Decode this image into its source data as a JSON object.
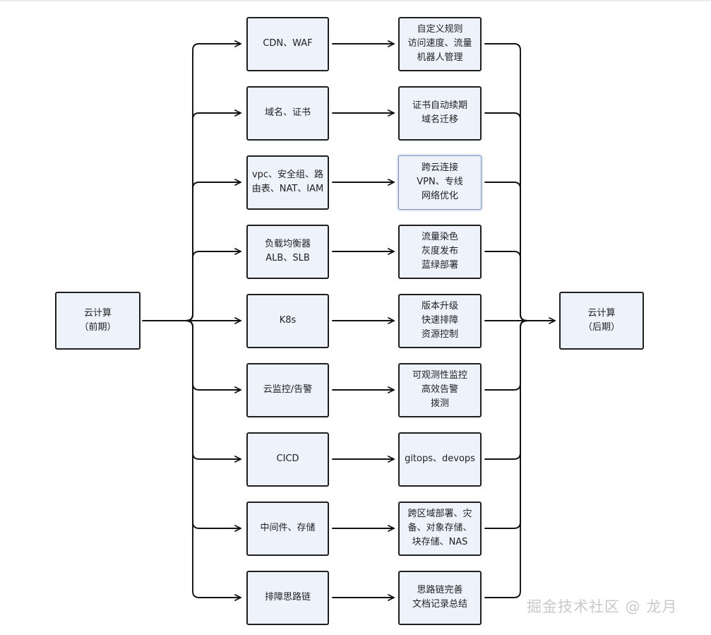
{
  "diagram": {
    "source": {
      "lines": [
        "云计算",
        "（前期）"
      ]
    },
    "target": {
      "lines": [
        "云计算",
        "（后期）"
      ]
    },
    "stages": [
      {
        "id": "cdn",
        "topic": [
          "CDN、WAF"
        ],
        "detail": [
          "自定义规则",
          "访问速度、流量",
          "机器人管理"
        ]
      },
      {
        "id": "domain",
        "topic": [
          "域名、证书"
        ],
        "detail": [
          "证书自动续期",
          "域名迁移"
        ]
      },
      {
        "id": "vpc",
        "topic": [
          "vpc、安全组、路",
          "由表、NAT、IAM"
        ],
        "detail": [
          "跨云连接",
          "VPN、专线",
          "网络优化"
        ],
        "highlighted": true
      },
      {
        "id": "lb",
        "topic": [
          "负载均衡器",
          "ALB、SLB"
        ],
        "detail": [
          "流量染色",
          "灰度发布",
          "蓝绿部署"
        ]
      },
      {
        "id": "k8s",
        "topic": [
          "K8s"
        ],
        "detail": [
          "版本升级",
          "快速排障",
          "资源控制"
        ]
      },
      {
        "id": "monitor",
        "topic": [
          "云监控/告警"
        ],
        "detail": [
          "可观测性监控",
          "高效告警",
          "拨测"
        ]
      },
      {
        "id": "cicd",
        "topic": [
          "CICD"
        ],
        "detail": [
          "gitops、devops"
        ]
      },
      {
        "id": "middleware",
        "topic": [
          "中间件、存储"
        ],
        "detail": [
          "跨区域部署、灾",
          "备、对象存储、",
          "块存储、NAS"
        ]
      },
      {
        "id": "troubleshoot",
        "topic": [
          "排障思路链"
        ],
        "detail": [
          "思路链完善",
          "文档记录总结"
        ]
      }
    ]
  },
  "watermark": {
    "text": "掘金技术社区 @ 龙月"
  },
  "colors": {
    "node_fill": "#eef2fb",
    "node_border": "#1f1f1f",
    "connector": "#111111",
    "watermark": "#c9c9c9"
  }
}
